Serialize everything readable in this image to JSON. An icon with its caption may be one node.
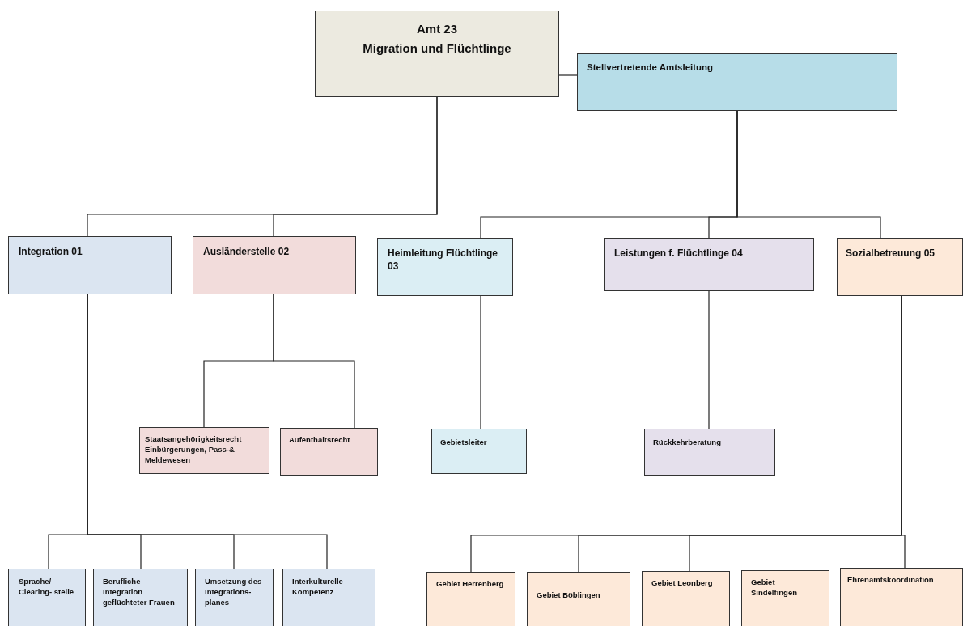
{
  "diagram": {
    "nodes": [
      {
        "text": [
          "Amt 23",
          "Migration und Flüchtlinge"
        ]
      },
      {
        "text": [
          "Stellvertretende Amtsleitung"
        ]
      },
      {
        "text": [
          "Integration 01"
        ]
      },
      {
        "text": [
          "Ausländerstelle 02"
        ]
      },
      {
        "text": [
          "Heimleitung Flüchtlinge 03"
        ]
      },
      {
        "text": [
          "Leistungen f. Flüchtlinge 04"
        ]
      },
      {
        "text": [
          "Sozialbetreuung 05"
        ]
      },
      {
        "text": [
          "Staatsangehörigkeitsrecht Einbürgerungen, Pass-& Meldewesen"
        ]
      },
      {
        "text": [
          "Aufenthaltsrecht"
        ]
      },
      {
        "text": [
          "Gebietsleiter"
        ]
      },
      {
        "text": [
          "Rückkehrberatung"
        ]
      },
      {
        "text": [
          "Sprache/ Clearing- stelle"
        ]
      },
      {
        "text": [
          "Berufliche Integration geflüchteter Frauen"
        ]
      },
      {
        "text": [
          "Umsetzung des Integrations- planes"
        ]
      },
      {
        "text": [
          "Interkulturelle Kompetenz"
        ]
      },
      {
        "text": [
          "Gebiet Herrenberg"
        ]
      },
      {
        "text": [
          "Gebiet Böblingen"
        ]
      },
      {
        "text": [
          "Gebiet Leonberg"
        ]
      },
      {
        "text": [
          "Gebiet Sindelfingen"
        ]
      },
      {
        "text": [
          "Ehrenamtskoordination"
        ]
      }
    ],
    "edges": [
      {
        "from": 0,
        "to": 1,
        "arrow": "none"
      },
      {
        "from": 0,
        "to": 2,
        "arrow": "none"
      },
      {
        "from": 0,
        "to": 3,
        "arrow": "none"
      },
      {
        "from": 1,
        "to": 4,
        "arrow": "none"
      },
      {
        "from": 1,
        "to": 5,
        "arrow": "none"
      },
      {
        "from": 1,
        "to": 6,
        "arrow": "none"
      },
      {
        "from": 3,
        "to": 7,
        "arrow": "none"
      },
      {
        "from": 3,
        "to": 8,
        "arrow": "none"
      },
      {
        "from": 4,
        "to": 9,
        "arrow": "none"
      },
      {
        "from": 5,
        "to": 10,
        "arrow": "none"
      },
      {
        "from": 2,
        "to": 11,
        "arrow": "none"
      },
      {
        "from": 2,
        "to": 12,
        "arrow": "none"
      },
      {
        "from": 2,
        "to": 13,
        "arrow": "none"
      },
      {
        "from": 2,
        "to": 14,
        "arrow": "none"
      },
      {
        "from": 6,
        "to": 15,
        "arrow": "none"
      },
      {
        "from": 6,
        "to": 16,
        "arrow": "none"
      },
      {
        "from": 6,
        "to": 17,
        "arrow": "none"
      },
      {
        "from": 6,
        "to": 19,
        "arrow": "none"
      }
    ]
  }
}
